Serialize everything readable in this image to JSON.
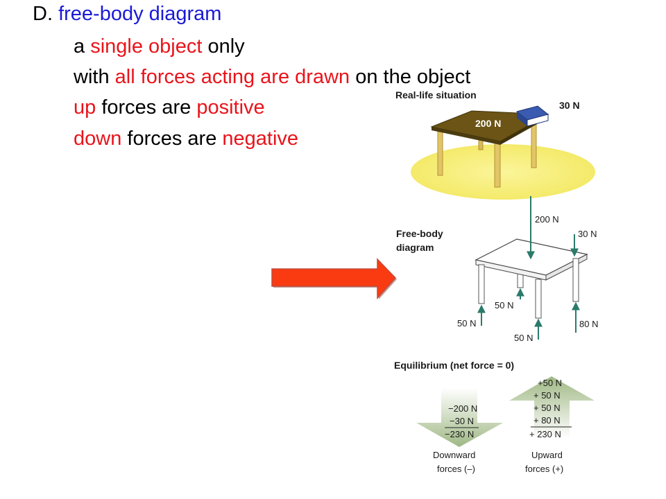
{
  "slide": {
    "line1": {
      "prefix": "D. ",
      "highlight": "free-body diagram"
    },
    "line2": {
      "a": "a ",
      "b": "single object",
      "c": " only"
    },
    "line3": {
      "a": "with ",
      "b": "all forces acting are drawn",
      "c": " on the object"
    },
    "line4": {
      "a": "up",
      "b": " forces are ",
      "c": "positive"
    },
    "line5": {
      "a": "down",
      "b": " forces are ",
      "c": "negative"
    }
  },
  "figure": {
    "real_life_title": "Real-life  situation",
    "table_weight": "200 N",
    "book_weight": "30 N",
    "fbd_title_1": "Free-body",
    "fbd_title_2": "diagram",
    "down_200": "200 N",
    "down_30": "30 N",
    "up_50_back": "50 N",
    "up_50_left": "50 N",
    "up_50_front": "50 N",
    "up_80_right": "80 N",
    "equilibrium_title": "Equilibrium (net force = 0)",
    "down_sum": [
      "−200 N",
      "−30 N",
      "−230 N"
    ],
    "up_sum": [
      "+50 N",
      "+ 50 N",
      "+ 50 N",
      "+ 80 N",
      "+ 230 N"
    ],
    "down_caption_1": "Downward",
    "down_caption_2": "forces (–)",
    "up_caption_1": "Upward",
    "up_caption_2": "forces (+)"
  },
  "colors": {
    "red_text": "#e8141b",
    "blue_text": "#1a1ad6",
    "pointer_arrow": "#fa3b12",
    "force_arrow": "#2a7a6a",
    "floor_glow": "#f7ef7a",
    "table_top": "#6b5415",
    "sum_arrow": "#a9bf8e"
  }
}
